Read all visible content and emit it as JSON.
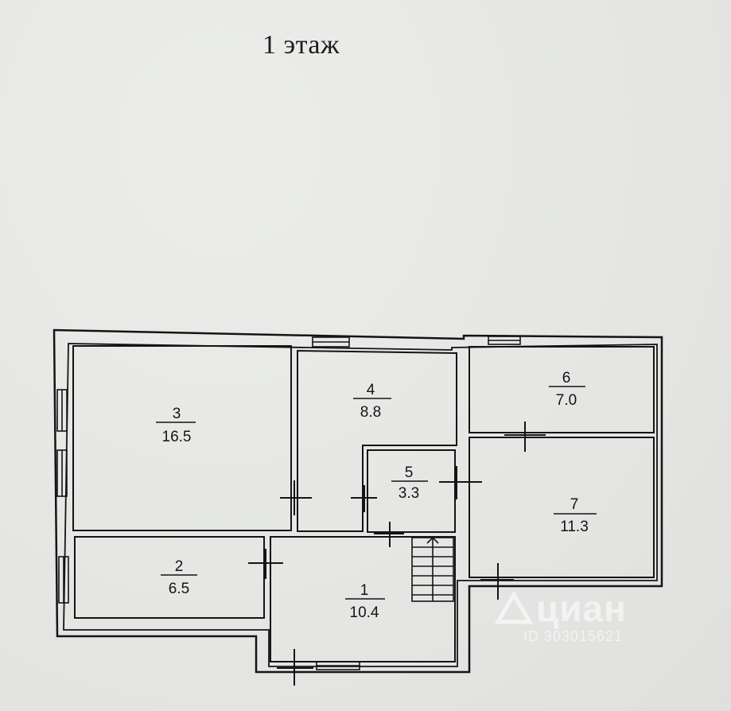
{
  "title": "1 этаж",
  "rooms": [
    {
      "number": "1",
      "area": "10.4"
    },
    {
      "number": "2",
      "area": "6.5"
    },
    {
      "number": "3",
      "area": "16.5"
    },
    {
      "number": "4",
      "area": "8.8"
    },
    {
      "number": "5",
      "area": "3.3"
    },
    {
      "number": "6",
      "area": "7.0"
    },
    {
      "number": "7",
      "area": "11.3"
    }
  ],
  "watermark": {
    "brand": "циан",
    "id": "ID 303015621",
    "icon": "house-icon"
  },
  "colors": {
    "ink": "#141414",
    "paper": "#e7e8e6"
  }
}
